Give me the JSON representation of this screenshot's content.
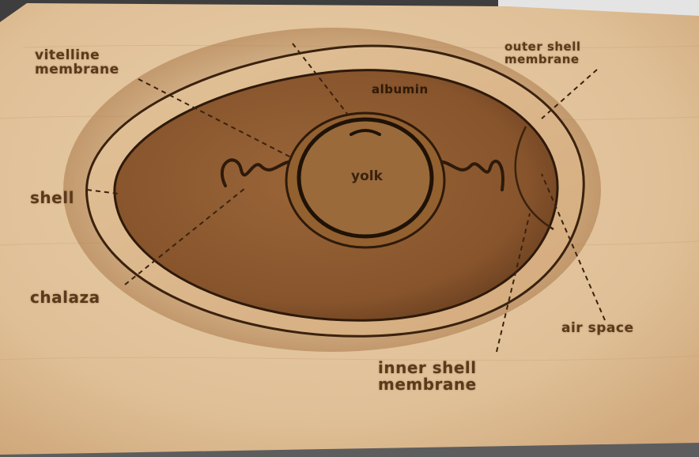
{
  "photo": {
    "subject": "laser-engraved wooden egg anatomy board",
    "colors": {
      "wood_light": "#e6c9a3",
      "wood_mid": "#d9b389",
      "burn": "#a87646",
      "egg_interior": "#8e5a30",
      "engraving": "#3a220e",
      "label_text": "#5a3a1c"
    }
  },
  "labels": {
    "vitelline": "vitelline\nmembrane",
    "albumin": "albumin",
    "outer_shell": "outer shell\nmembrane",
    "yolk": "yolk",
    "shell": "shell",
    "chalaza": "chalaza",
    "air_space": "air space",
    "inner_shell": "inner shell\nmembrane"
  }
}
